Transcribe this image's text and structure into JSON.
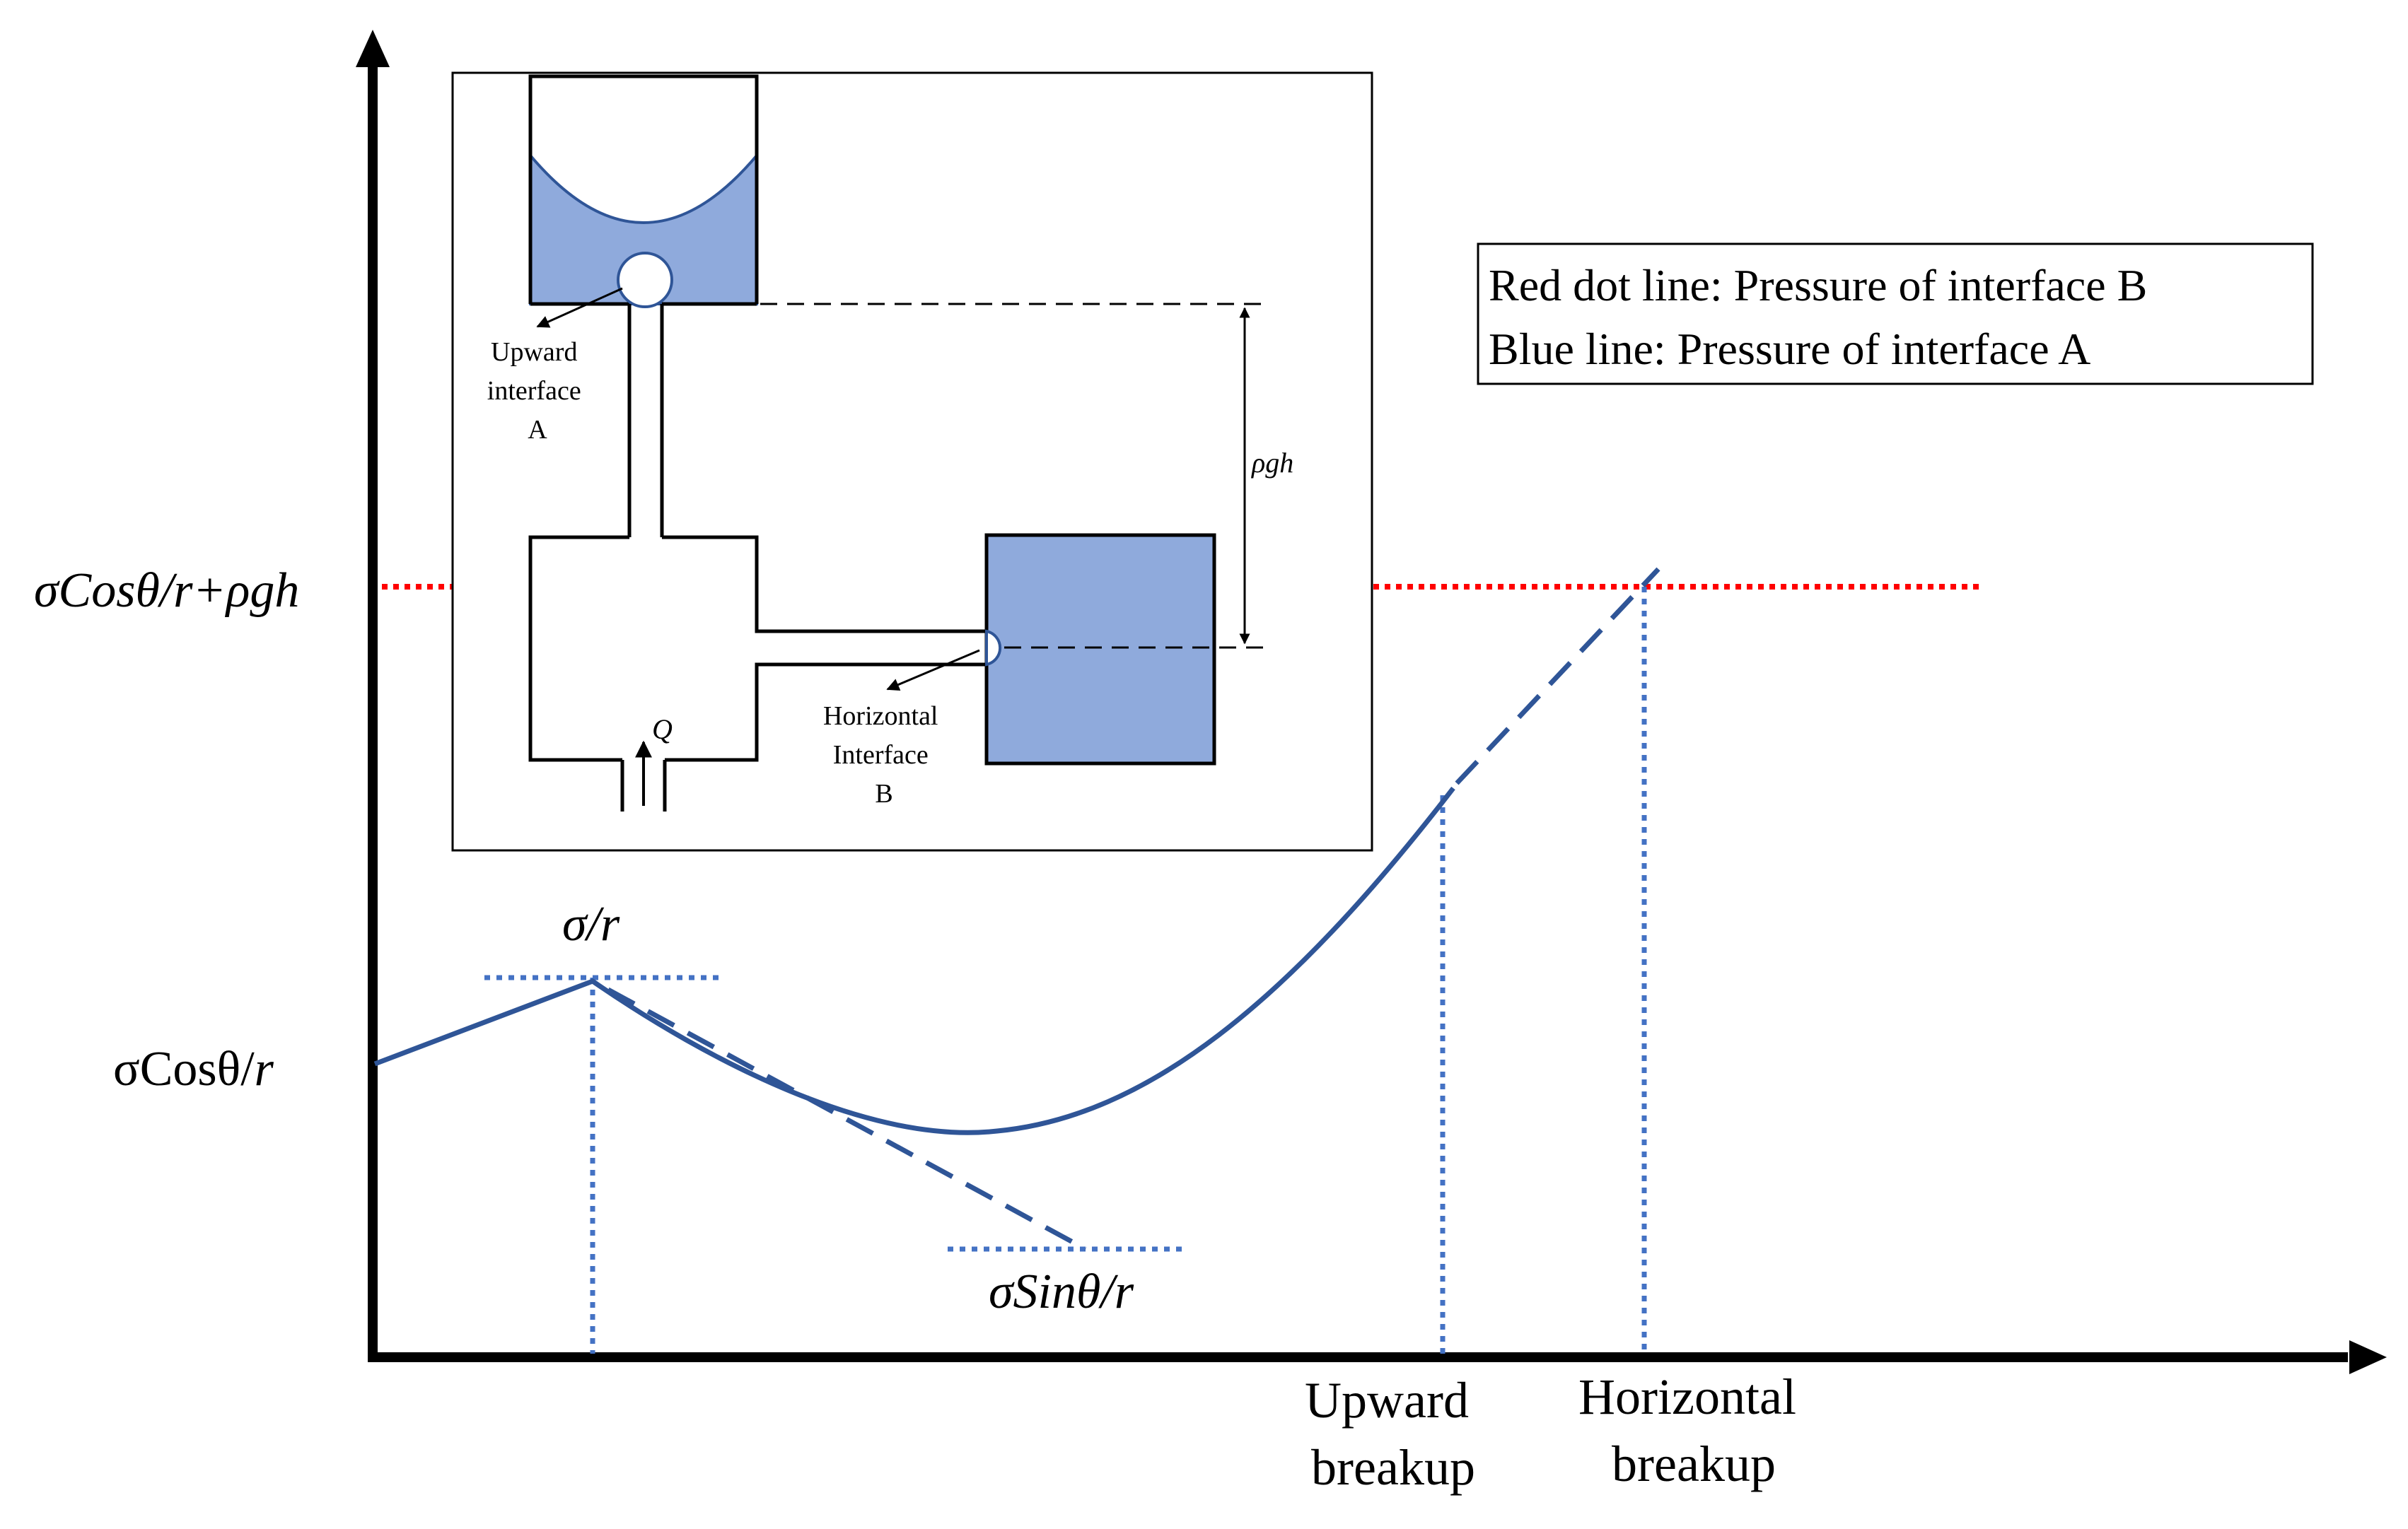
{
  "legend": {
    "line1": "Red dot line: Pressure of interface B",
    "line2": "Blue line: Pressure of interface A"
  },
  "y_labels": {
    "upper_pre": "σCos",
    "upper_theta": "θ",
    "upper_post": "/r+ρgh",
    "lower_pre": "σCosθ/",
    "lower_r": "r"
  },
  "curve_labels": {
    "peak_pre": "σ/",
    "peak_r": "r",
    "asym_pre": "σSin",
    "asym_theta": "θ",
    "asym_post": "/r"
  },
  "x_labels": {
    "upward_line1": "Upward",
    "upward_line2": "breakup",
    "horizontal_line1": "Horizontal",
    "horizontal_line2": "breakup"
  },
  "inset": {
    "upward_line1": "Upward",
    "upward_line2": "interface",
    "upward_line3": "A",
    "horizontal_line1": "Horizontal",
    "horizontal_line2": "Interface",
    "horizontal_line3": "B",
    "rho_gh": "ρgh",
    "q": "Q"
  },
  "colors": {
    "axis": "#000000",
    "curve_blue": "#2f5597",
    "dotted_blue": "#4472c4",
    "red_dotted": "#ff0000",
    "liquid_fill": "#8faadc",
    "liquid_stroke": "#2f5597"
  }
}
